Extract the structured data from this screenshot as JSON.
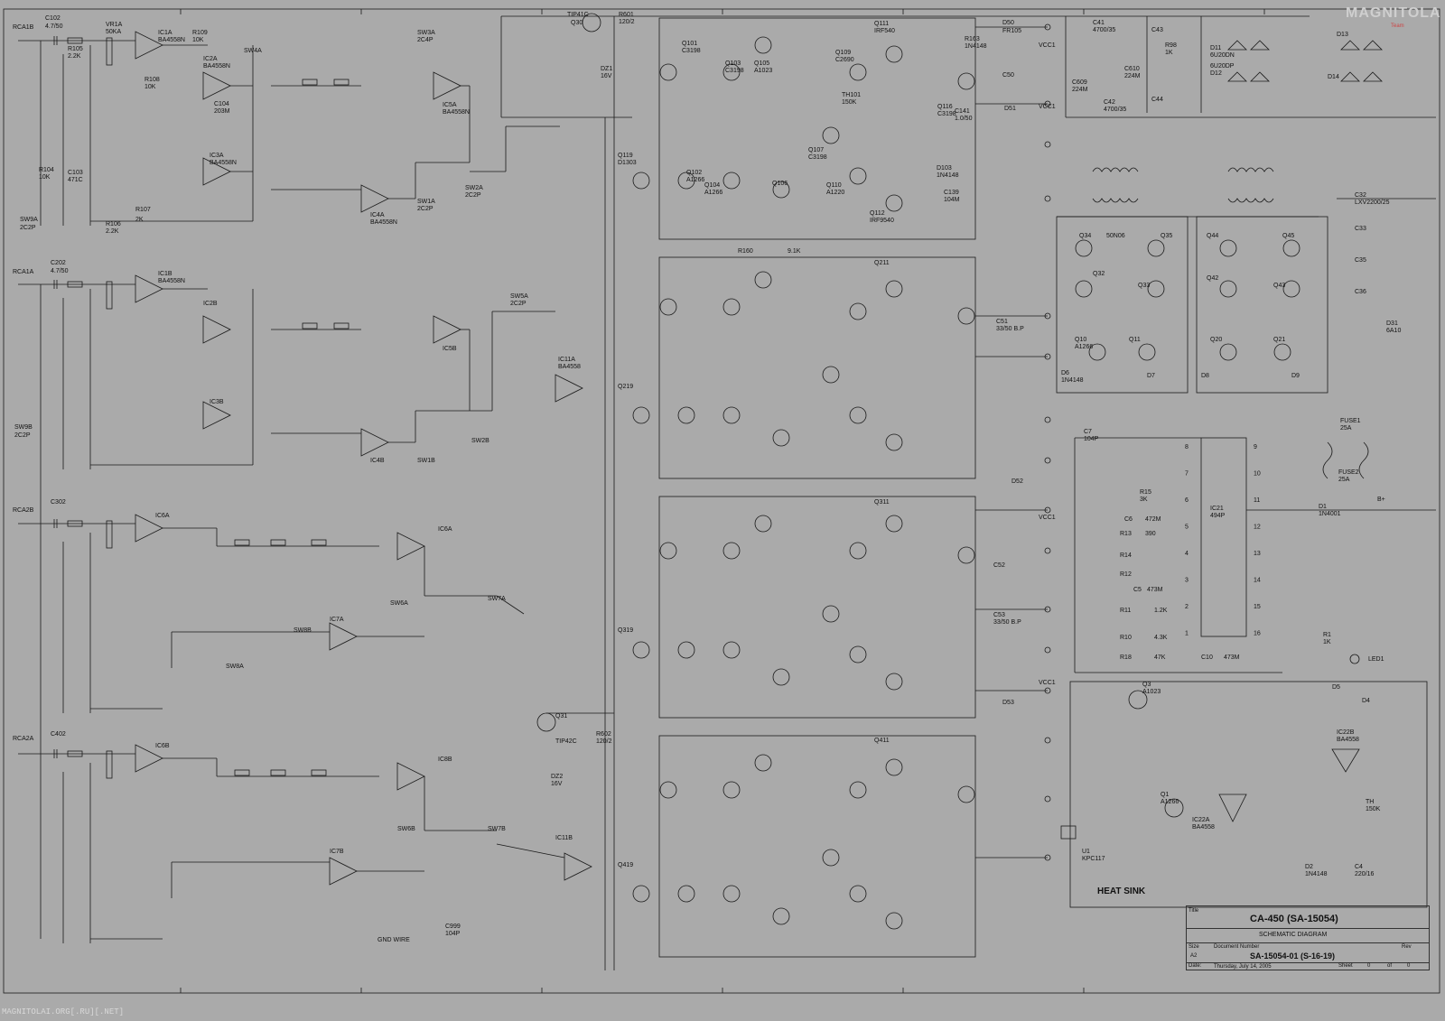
{
  "sheet": {
    "model": "CA-450   (SA-15054)",
    "subtitle": "SCHEMATIC DIAGRAM",
    "document_number": "SA-15054-01   (S-16-19)",
    "date": "Thursday, July 14, 2005",
    "labels": {
      "title": "Title",
      "size": "Size",
      "size_value": "A2",
      "document": "Document Number",
      "rev": "Rev",
      "sheet": "Sheet",
      "sheet_of": "of",
      "sheet_num": "0",
      "sheet_total": "0",
      "date_label": "Date:"
    },
    "watermark": "MAGNITOLAI.ORG[.RU][.NET]",
    "logo": "MAGNITOLA",
    "logo_sub": "Team"
  },
  "inputs": [
    {
      "name": "RCA1B",
      "sw": "SW9A",
      "sw_type": "2C2P"
    },
    {
      "name": "RCA1A",
      "sw": "SW9B",
      "sw_type": "2C2P"
    },
    {
      "name": "RCA2B"
    },
    {
      "name": "RCA2A"
    }
  ],
  "channel_labels": {
    "c102": "C102",
    "c102v": "4.7/50",
    "r105": "R105",
    "r105v": "2.2K",
    "vr1a": "VR1A",
    "vr1av": "50KA",
    "ic1a": "IC1A",
    "ic1av": "BA4558N",
    "r109": "R109",
    "r109v": "10K",
    "r108": "R108",
    "r108v": "10K",
    "r104": "R104",
    "r104v": "10K",
    "c103": "C103",
    "c103v": "471C",
    "r106": "R106",
    "r106v": "2.2K",
    "r107": "R107",
    "r107v": "2K",
    "ic2a": "IC2A",
    "ic2av": "BA4558N",
    "sw4a": "SW4A",
    "c104": "C104",
    "c104v": "203M",
    "ic3a": "IC3A",
    "ic3av": "BA4558N",
    "ic4a": "IC4A",
    "ic4av": "BA4558N",
    "ic5a": "IC5A",
    "ic5av": "BA4558N",
    "sw3a": "SW3A",
    "sw3av": "2C4P",
    "sw1a": "SW1A",
    "sw1av": "2C2P",
    "sw2a": "SW2A",
    "sw2av": "2C2P",
    "c202": "C202",
    "c202v": "4.7/50",
    "ic1b": "IC1B",
    "ic1bv": "BA4558N",
    "ic2b": "IC2B",
    "ic3b": "IC3B",
    "ic4b": "IC4B",
    "ic5b": "IC5B",
    "ic11a": "IC11A",
    "ic11av": "BA4558",
    "sw5a": "SW5A",
    "sw5av": "2C2P",
    "sw2b": "SW2B",
    "sw1b": "SW1B",
    "c302": "C302",
    "ic6a": "IC6A",
    "ic7a": "IC7A",
    "sw6a": "SW6A",
    "sw7a": "SW7A",
    "sw8a": "SW8A",
    "sw8b": "SW8B",
    "c402": "C402",
    "ic6b": "IC6B",
    "ic7b": "IC7B",
    "ic8b": "IC8B",
    "sw6b": "SW6B",
    "sw7b": "SW7B",
    "ic11b": "IC11B",
    "q31": "Q31",
    "tip42c": "TIP42C",
    "tip41c": "TIP41C",
    "q30": "Q30",
    "dz1": "DZ1",
    "dz1v": "16V",
    "dz2": "DZ2",
    "dz2v": "16V",
    "r601": "R601",
    "r601v": "120/2",
    "r602": "R602",
    "r602v": "120/2",
    "gnd": "GND WIRE",
    "c999": "C999",
    "c999v": "104P"
  },
  "amp_labels": {
    "q101": "Q101",
    "q101v": "C3198",
    "q103": "Q103",
    "q103v": "C3198",
    "q105": "Q105",
    "q105v": "A1023",
    "q109": "Q109",
    "q109v": "C2690",
    "q111": "Q111",
    "q111v": "IRF540",
    "q112": "Q112",
    "q112v": "IRF9540",
    "q116": "Q116",
    "q116v": "C3198",
    "q119": "Q119",
    "q119v": "D1303",
    "q102": "Q102",
    "q102v": "A1266",
    "q104": "Q104",
    "q104v": "A1266",
    "q106": "Q106",
    "q107": "Q107",
    "q107v": "C3198",
    "q110": "Q110",
    "q110v": "A1220",
    "th101": "TH101",
    "th101v": "150K",
    "r163": "R163",
    "r163v": "1N4148",
    "c141": "C141",
    "c141v": "1.0/50",
    "d103": "D103",
    "d103v": "1N4148",
    "c139": "C139",
    "c139v": "104M",
    "r160": "R160",
    "r160v": "9.1K",
    "q211": "Q211",
    "q311": "Q311",
    "q411": "Q411",
    "q219": "Q219",
    "q319": "Q319",
    "q419": "Q419",
    "c51": "C51",
    "c51v": "33/50 B.P",
    "c50": "C50",
    "c52": "C52",
    "c53": "C53",
    "c53v": "33/50 B.P",
    "d50": "D50",
    "d50v": "FR105",
    "d51": "D51",
    "d52": "D52",
    "d53": "D53",
    "vcc1": "VCC1"
  },
  "psu_labels": {
    "c41": "C41",
    "c41v": "4700/35",
    "c42": "C42",
    "c42v": "4700/35",
    "c43": "C43",
    "c44": "C44",
    "c609": "C609",
    "c609v": "224M",
    "c610": "C610",
    "c610v": "224M",
    "r98": "R98",
    "r98v": "1K",
    "d11": "D11",
    "d11v": "6U20DN",
    "d12": "D12",
    "d12v": "6U20DP",
    "d13": "D13",
    "d14": "D14",
    "c32": "C32",
    "c32v": "LXV2200/25",
    "c33": "C33",
    "c35": "C35",
    "c36": "C36",
    "q34": "Q34",
    "q34v": "50N06",
    "q35": "Q35",
    "q32": "Q32",
    "q33": "Q33",
    "q44": "Q44",
    "q45": "Q45",
    "q42": "Q42",
    "q43": "Q43",
    "q10": "Q10",
    "q10v": "A1266",
    "q11": "Q11",
    "q20": "Q20",
    "q21": "Q21",
    "d6": "D6",
    "d6v": "1N4148",
    "d7": "D7",
    "d8": "D8",
    "d9": "D9",
    "d31": "D31",
    "d31v": "6A10",
    "fuse1": "FUSE1",
    "fuse1v": "25A",
    "fuse2": "FUSE2",
    "fuse2v": "25A",
    "bplus": "B+",
    "ic21": "IC21",
    "ic21v": "494P",
    "c7": "C7",
    "c7v": "104P",
    "r15": "R15",
    "r15v": "3K",
    "c6": "C6",
    "c6v": "472M",
    "r13": "R13",
    "r13v": "390",
    "r14": "R14",
    "r12": "R12",
    "c5": "C5",
    "c5v": "473M",
    "r11": "R11",
    "r11v": "1.2K",
    "r10": "R10",
    "r10v": "4.3K",
    "r18": "R18",
    "r18v": "47K",
    "c10": "C10",
    "c10v": "473M",
    "d1": "D1",
    "d1v": "1N4001",
    "r1": "R1",
    "r1v": "1K",
    "led1": "LED1",
    "q3": "Q3",
    "q3v": "A1023",
    "q1": "Q1",
    "q1v": "A1266",
    "u1": "U1",
    "u1v": "KPC117",
    "heat_sink": "HEAT SINK",
    "ic22a": "IC22A",
    "ic22b": "IC22B",
    "ic22v": "BA4558",
    "th": "TH",
    "thv": "150K",
    "d5": "D5",
    "d4": "D4",
    "d2": "D2",
    "d2v": "1N4148",
    "c4": "C4",
    "c4v": "220/16"
  },
  "ic21_pins": {
    "left": [
      "8",
      "7",
      "6",
      "5",
      "4",
      "3",
      "2",
      "1"
    ],
    "right": [
      "9",
      "10",
      "11",
      "12",
      "13",
      "14",
      "15",
      "16"
    ]
  }
}
